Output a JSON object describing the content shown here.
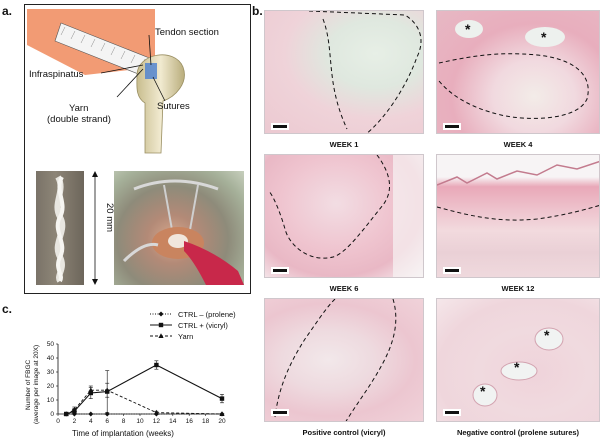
{
  "panel_a": {
    "label": "a.",
    "tendon_section": "Tendon section",
    "infraspinatus": "Infraspinatus",
    "sutures": "Sutures",
    "yarn_line1": "Yarn",
    "yarn_line2": "(double strand)",
    "length": "20 mm"
  },
  "panel_b": {
    "label": "b.",
    "captions": {
      "week1": "WEEK 1",
      "week4": "WEEK 4",
      "week6": "WEEK 6",
      "week12": "WEEK 12",
      "positive": "Positive control (vicryl)",
      "negative": "Negative control (prolene sutures)"
    },
    "star": "*"
  },
  "panel_c": {
    "label": "c.",
    "chart_data": {
      "type": "line",
      "ylabel_line1": "Number of FBGC",
      "ylabel_line2": "(average per image at 20X)",
      "xlabel": "Time of implantation (weeks)",
      "xlim": [
        0,
        20
      ],
      "ylim": [
        0,
        50
      ],
      "xticks": [
        0,
        2,
        4,
        6,
        8,
        10,
        12,
        14,
        16,
        18,
        20
      ],
      "yticks": [
        0,
        10,
        20,
        30,
        40,
        50
      ],
      "legend_position": "top-right",
      "series": [
        {
          "name": "CTRL – (prolene)",
          "style": "dotted",
          "marker": "diamond",
          "x": [
            1,
            2,
            4,
            6,
            12,
            20
          ],
          "y": [
            0,
            0,
            0,
            0,
            0,
            0
          ],
          "err": [
            0,
            0,
            0,
            0,
            0,
            0
          ]
        },
        {
          "name": "CTRL + (vicryl)",
          "style": "solid",
          "marker": "square",
          "x": [
            1,
            2,
            4,
            6,
            12,
            20
          ],
          "y": [
            0,
            2,
            15,
            16,
            35,
            11
          ],
          "err": [
            0,
            2,
            4,
            15,
            3,
            3
          ]
        },
        {
          "name": "Yarn",
          "style": "dashed",
          "marker": "triangle",
          "x": [
            1,
            2,
            4,
            6,
            12,
            20
          ],
          "y": [
            0,
            3,
            17,
            17,
            1,
            0
          ],
          "err": [
            0,
            2,
            3,
            5,
            1,
            0
          ]
        }
      ]
    }
  }
}
